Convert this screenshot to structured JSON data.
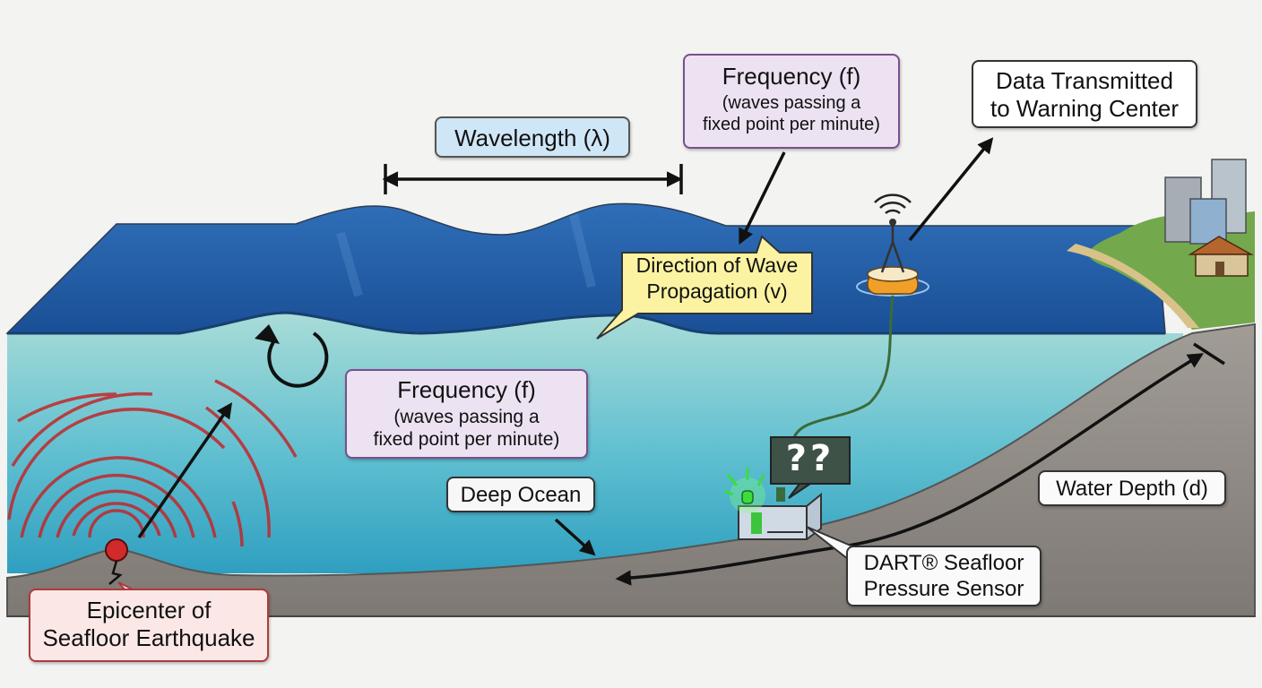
{
  "labels": {
    "wavelength": "Wavelength (λ)",
    "frequency_top": {
      "title": "Frequency (f)",
      "line1": "(waves passing a",
      "line2": "fixed point per minute)"
    },
    "frequency_mid": {
      "title": "Frequency (f)",
      "line1": "(waves passing a",
      "line2": "fixed point per minute)"
    },
    "data_transmitted": {
      "line1": "Data Transmitted",
      "line2": "to Warning Center"
    },
    "direction": {
      "line1": "Direction of Wave",
      "line2": "Propagation (v)"
    },
    "deep_ocean": "Deep Ocean",
    "water_depth": "Water Depth (d)",
    "dart": {
      "line1": "DART® Seafloor",
      "line2": "Pressure Sensor"
    },
    "epicenter": {
      "line1": "Epicenter of",
      "line2": "Seafloor Earthquake"
    },
    "sensor_screen": "??"
  },
  "icons": [
    "rotation-arrow-icon",
    "signal-waves-icon",
    "alert-light-icon"
  ],
  "colors": {
    "ocean_surface": "#1f5fa8",
    "water_body": "#6ec6cf",
    "seafloor": "#8f8a85",
    "seismic_waves": "#c0282b",
    "label_purple_border": "#7a4f8e",
    "label_blue_fill": "#cfe6f7",
    "sensor_light": "#3ddc3d"
  }
}
